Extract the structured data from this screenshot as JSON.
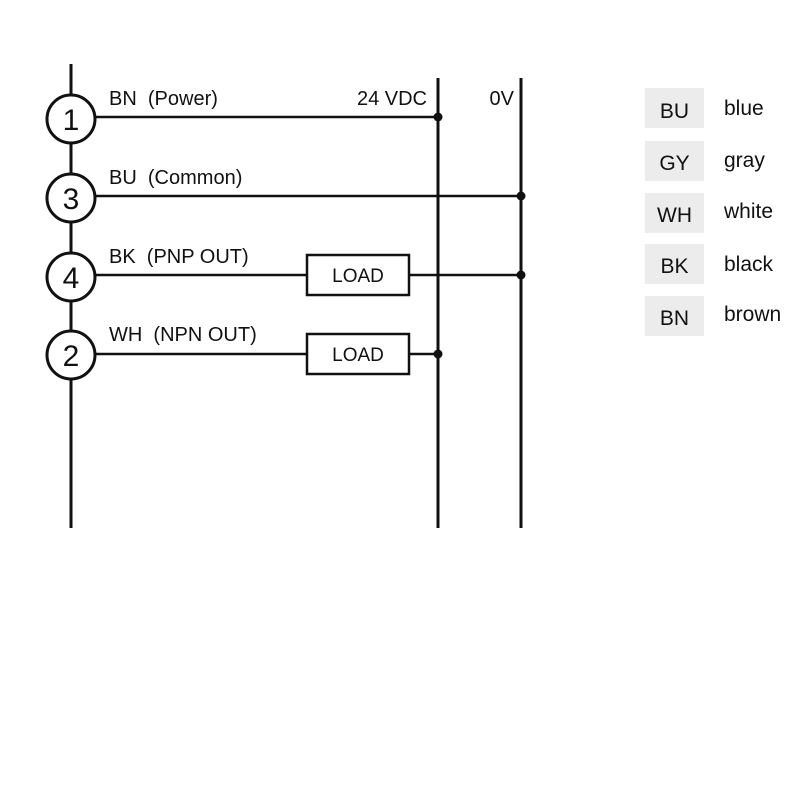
{
  "rails": {
    "supply_label": "24 VDC",
    "ground_label": "0V"
  },
  "pins": [
    {
      "number": "1",
      "label": "BN  (Power)"
    },
    {
      "number": "3",
      "label": "BU  (Common)"
    },
    {
      "number": "4",
      "label": "BK  (PNP OUT)"
    },
    {
      "number": "2",
      "label": "WH  (NPN OUT)"
    }
  ],
  "loads": {
    "pnp_load_label": "LOAD",
    "npn_load_label": "LOAD"
  },
  "legend": [
    {
      "code": "BU",
      "name": "blue"
    },
    {
      "code": "GY",
      "name": "gray"
    },
    {
      "code": "WH",
      "name": "white"
    },
    {
      "code": "BK",
      "name": "black"
    },
    {
      "code": "BN",
      "name": "brown"
    }
  ],
  "colors": {
    "line": "#111111",
    "legend_box": "#ececec"
  }
}
